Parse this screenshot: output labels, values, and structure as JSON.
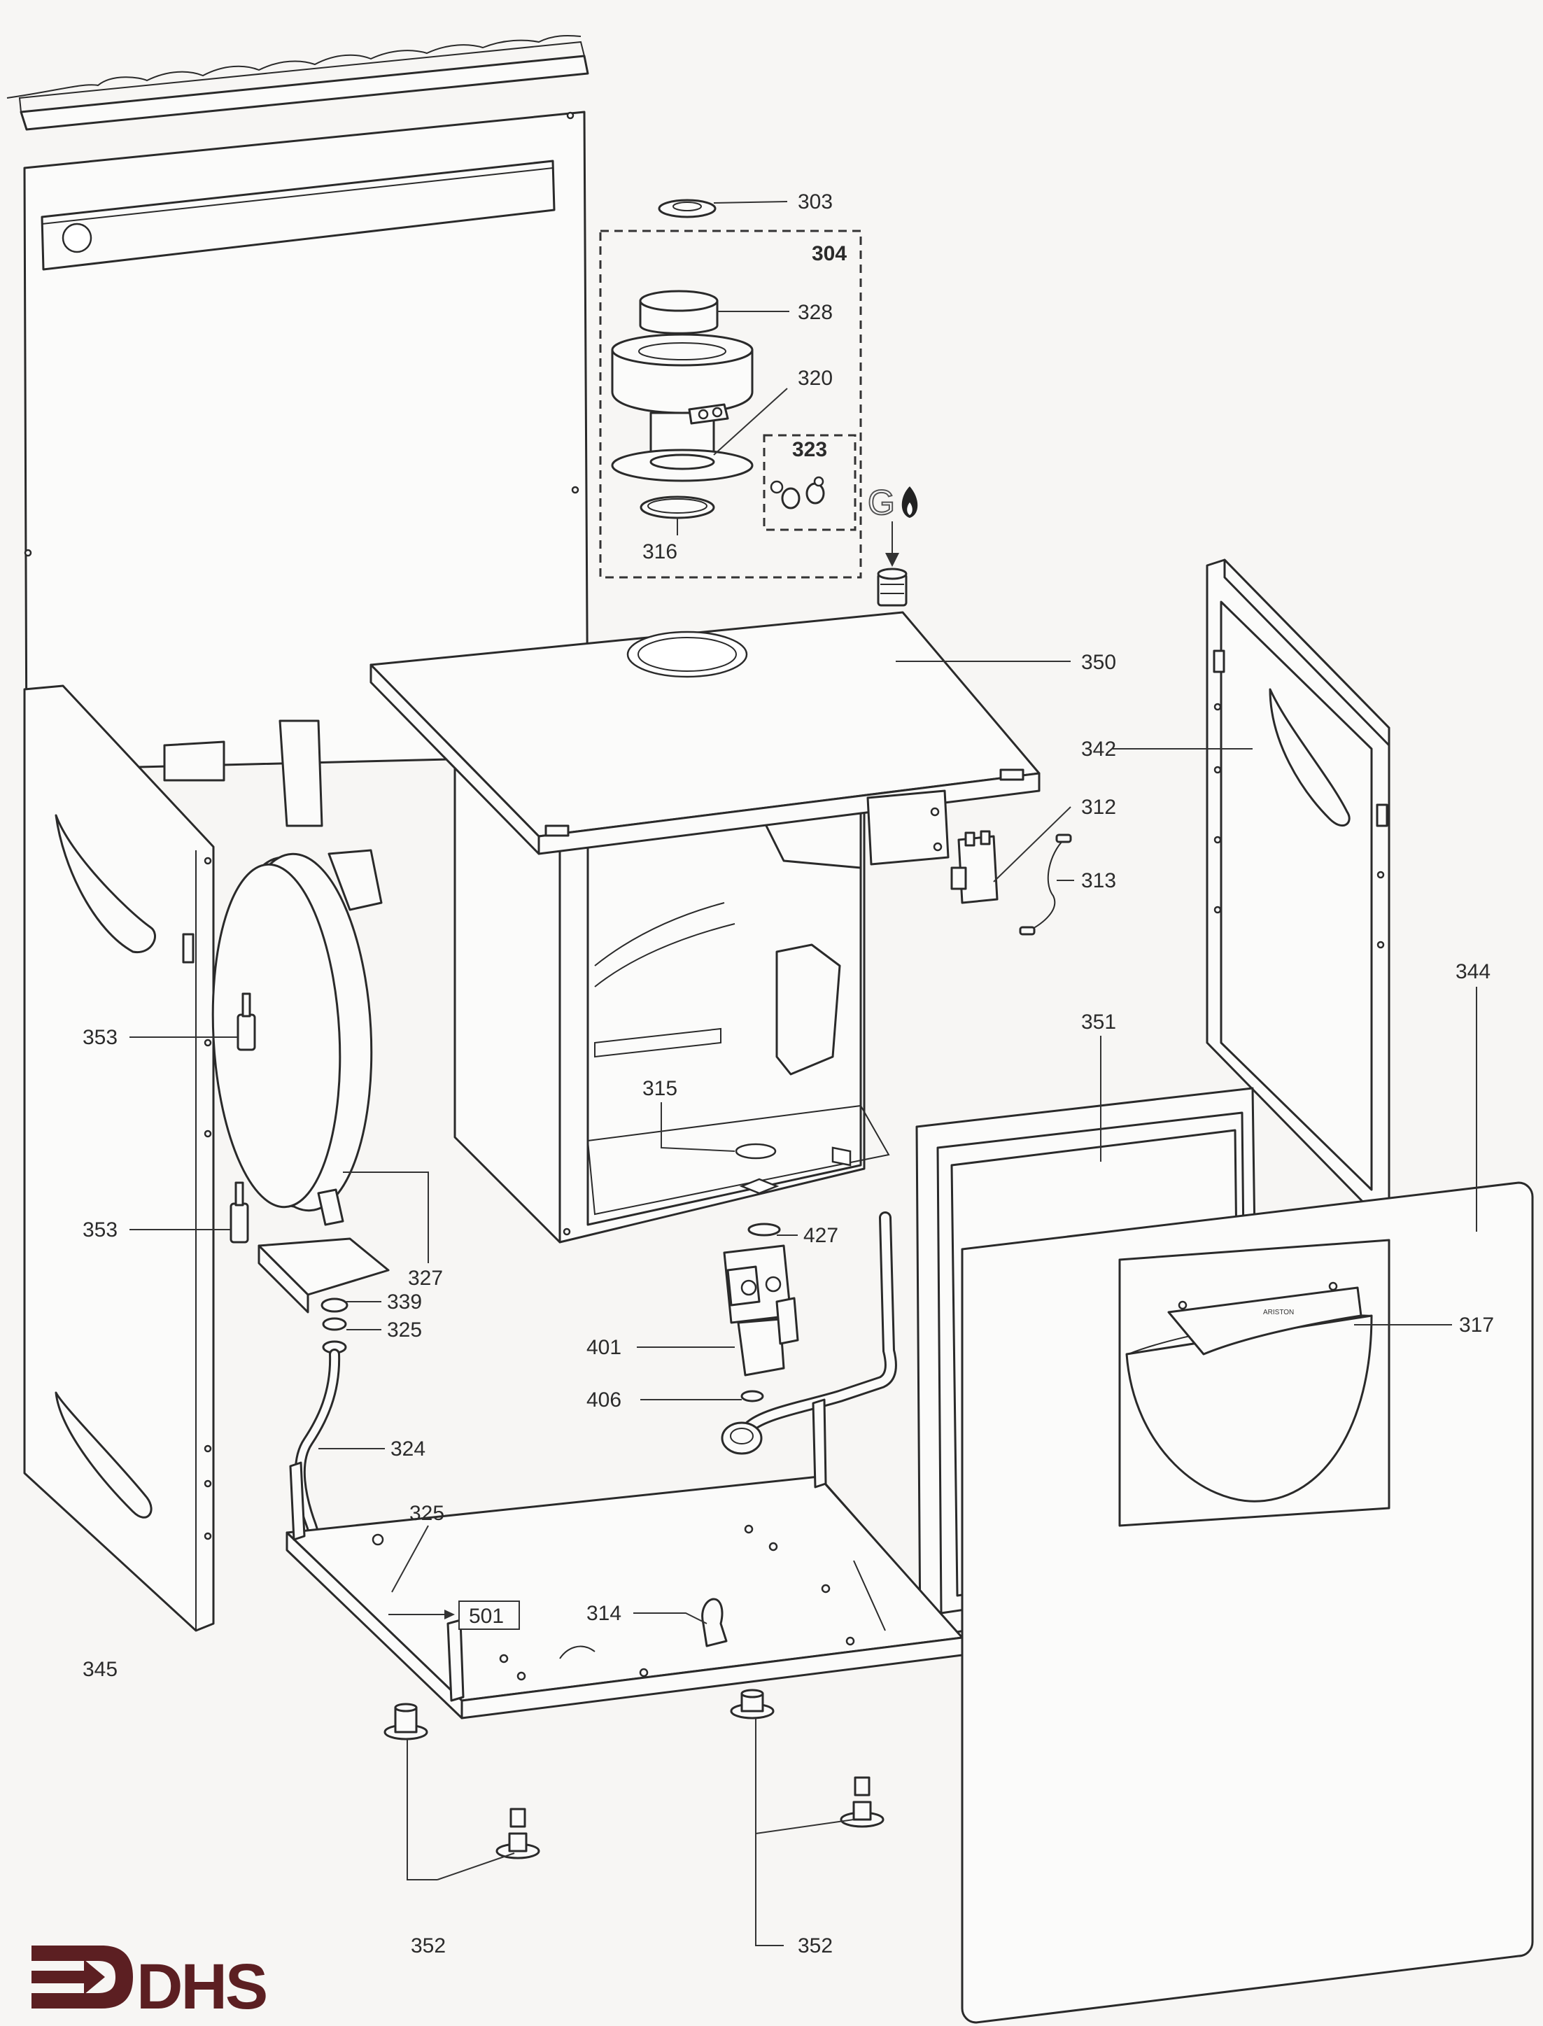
{
  "logo": {
    "text": "DHS",
    "color": "#5c1f22"
  },
  "gas_symbol": {
    "letter": "G"
  },
  "front_panel_brand": "ARISTON",
  "callouts": {
    "c303": "303",
    "c304": "304",
    "c328": "328",
    "c320": "320",
    "c323": "323",
    "c316": "316",
    "c350": "350",
    "c342": "342",
    "c312": "312",
    "c313": "313",
    "c344": "344",
    "c351": "351",
    "c353a": "353",
    "c353b": "353",
    "c315": "315",
    "c327": "327",
    "c427": "427",
    "c339": "339",
    "c325a": "325",
    "c317": "317",
    "c401": "401",
    "c406": "406",
    "c324": "324",
    "c325b": "325",
    "c501": "501",
    "c314": "314",
    "c345": "345",
    "c352a": "352",
    "c352b": "352"
  }
}
